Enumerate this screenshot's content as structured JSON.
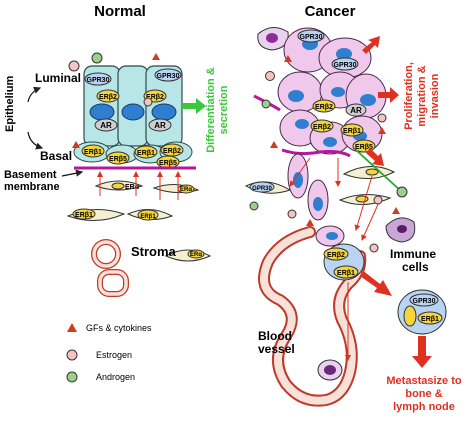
{
  "panels": {
    "normal": "Normal",
    "cancer": "Cancer"
  },
  "normal_side": {
    "epithelium": "Epithelium",
    "luminal": "Luminal",
    "basal": "Basal",
    "basement_membrane_1": "Basement",
    "basement_membrane_2": "membrane",
    "stroma": "Stroma",
    "outcome_1": "Differentiation &",
    "outcome_2": "secretion"
  },
  "cancer_side": {
    "outcome_1": "Proliferation,",
    "outcome_2": "migration &",
    "outcome_3": "invasion",
    "immune_1": "Immune",
    "immune_2": "cells",
    "vessel_1": "Blood",
    "vessel_2": "vessel",
    "metastasis_1": "Metastasize to",
    "metastasis_2": "bone &",
    "metastasis_3": "lymph node"
  },
  "receptors": {
    "gpr30": "GPR30",
    "er_beta2": "ERβ2",
    "er_beta1": "ERβ1",
    "er_beta5": "ERβ5",
    "ar": "AR",
    "er_alpha": "ERα"
  },
  "legend": {
    "gfs": "GFs & cytokines",
    "estrogen": "Estrogen",
    "androgen": "Androgen"
  },
  "colors": {
    "luminal_cell": "#b8e6e6",
    "cancer_cell": "#f0c8ec",
    "nucleus": "#2f7fd0",
    "gpr30_fill": "#b9d3f2",
    "erb_fill": "#f4d53c",
    "ar_fill": "#cfcfcf",
    "estrogen": "#f4c4c4",
    "androgen": "#9ccf8f",
    "gf_triangle": "#d63a1c",
    "arrow_green": "#3cc83c",
    "arrow_red": "#e03020",
    "basement": "#b5179e",
    "vessel": "#f7e2da",
    "stroma_cell": "#f5efd2"
  }
}
